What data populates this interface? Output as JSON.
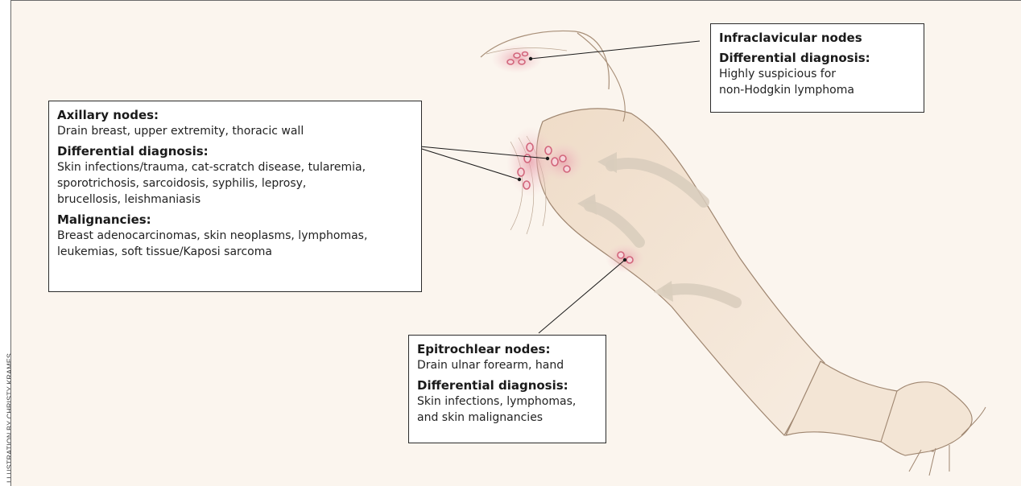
{
  "credit": "LLUSTRATION BY CHRISTY KRAMES",
  "callouts": {
    "infraclavicular": {
      "title": "Infraclavicular nodes",
      "dd_heading": "Differential diagnosis:",
      "dd_text": [
        "Highly suspicious for",
        "non-Hodgkin lymphoma"
      ]
    },
    "axillary": {
      "title": "Axillary nodes:",
      "drain": "Drain breast, upper extremity, thoracic wall",
      "dd_heading": "Differential diagnosis:",
      "dd_text": [
        "Skin infections/trauma, cat-scratch disease, tularemia,",
        "sporotrichosis, sarcoidosis, syphilis, leprosy,",
        "brucellosis, leishmaniasis"
      ],
      "mal_heading": "Malignancies:",
      "mal_text": [
        "Breast adenocarcinomas, skin neoplasms, lymphomas,",
        "leukemias, soft tissue/Kaposi sarcoma"
      ]
    },
    "epitrochlear": {
      "title": "Epitrochlear nodes:",
      "drain": "Drain ulnar forearm, hand",
      "dd_heading": "Differential diagnosis:",
      "dd_text": [
        "Skin infections, lymphomas,",
        "and skin malignancies"
      ]
    }
  },
  "colors": {
    "background": "#fbf5ee",
    "skin": "#f1e2d0",
    "node_fill": "#e0889a",
    "node_glow": "#ecb6bf",
    "arrow": "#d9cdbd"
  }
}
